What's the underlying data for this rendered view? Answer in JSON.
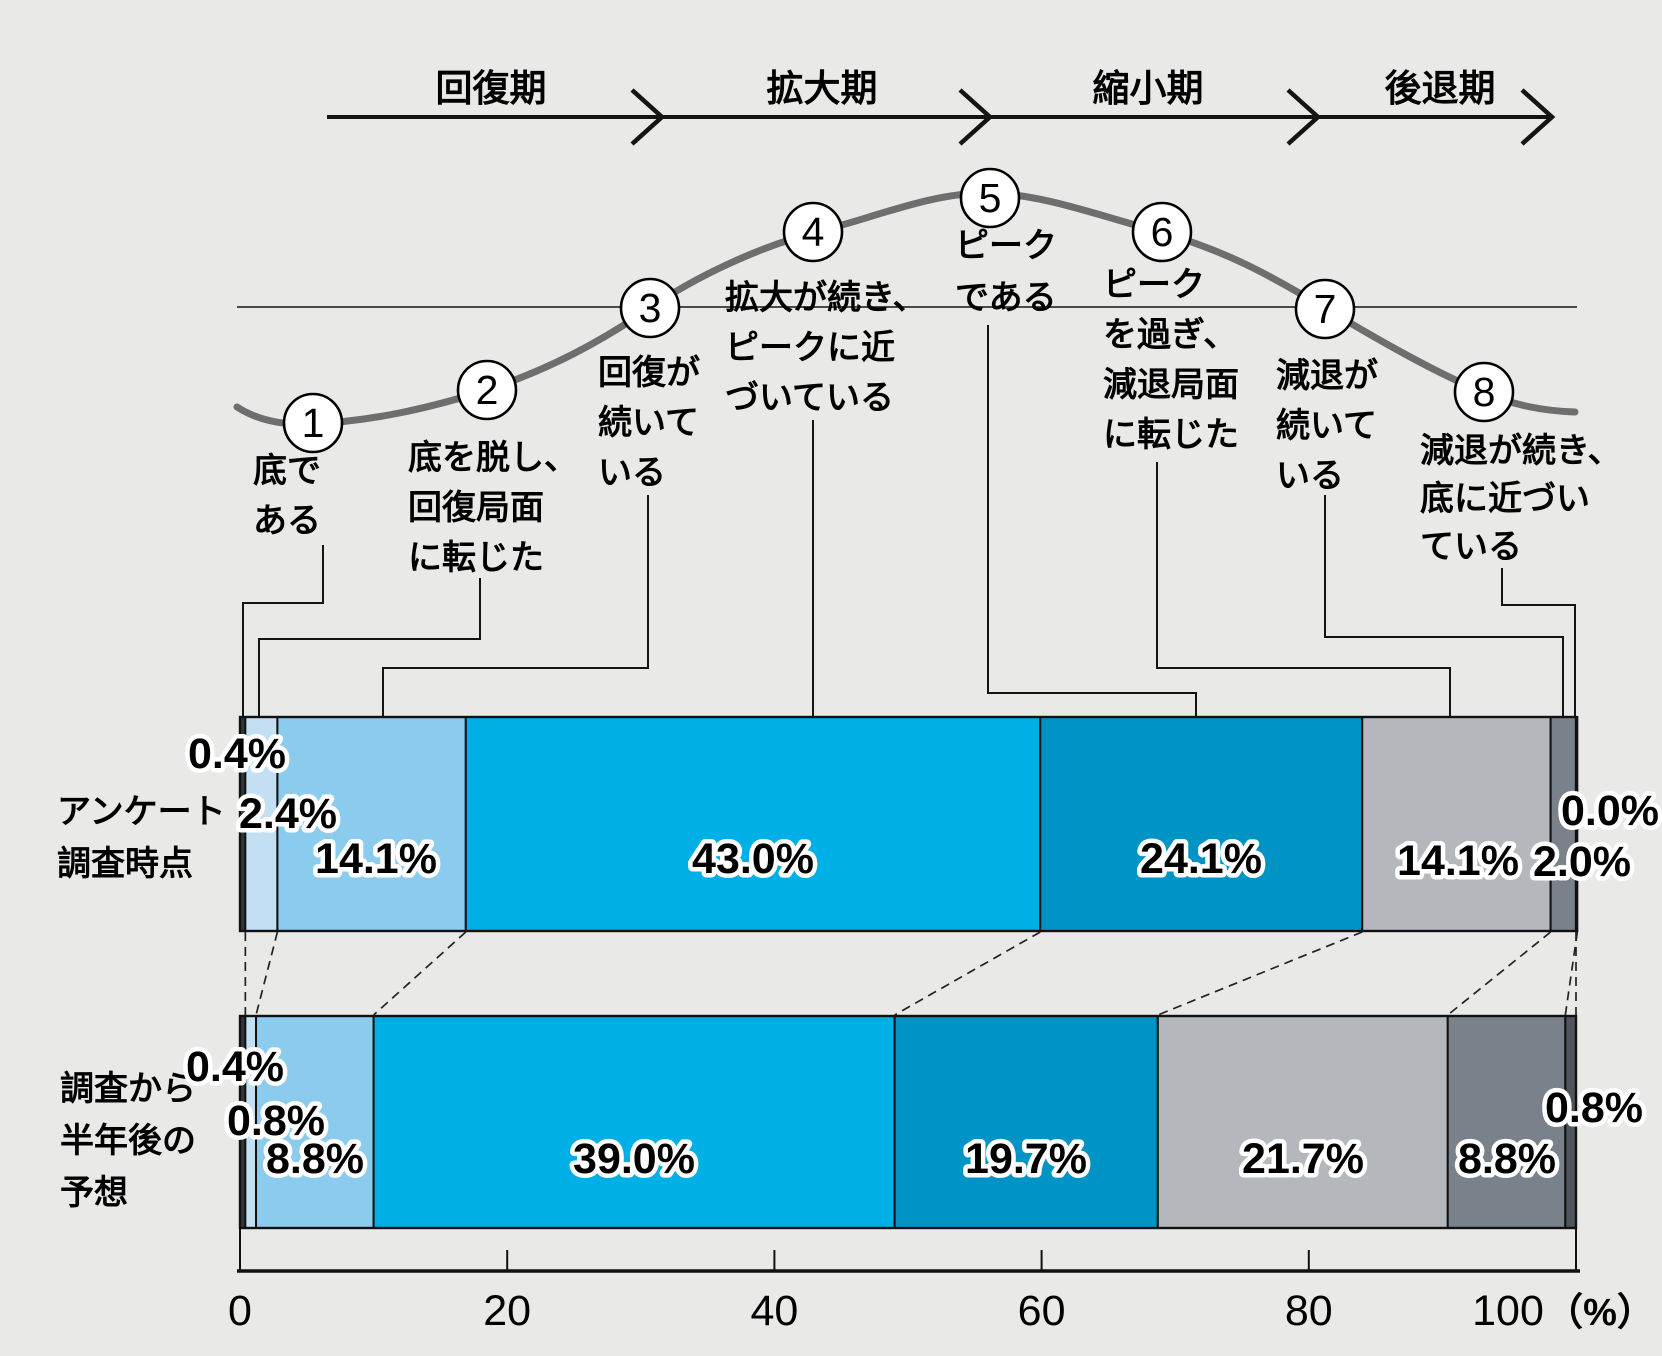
{
  "chart_data": {
    "type": "stacked-bar-horizontal",
    "phases": [
      "回復期",
      "拡大期",
      "縮小期",
      "後退期"
    ],
    "stages": [
      {
        "num": "1",
        "label": "底である",
        "label_lines": [
          "底で",
          "ある"
        ]
      },
      {
        "num": "2",
        "label": "底を脱し、回復局面に転じた",
        "label_lines": [
          "底を脱し、",
          "回復局面",
          "に転じた"
        ]
      },
      {
        "num": "3",
        "label": "回復が続いている",
        "label_lines": [
          "回復が",
          "続いて",
          "いる"
        ]
      },
      {
        "num": "4",
        "label": "拡大が続き、ピークに近づいている",
        "label_lines": [
          "拡大が続き、",
          "ピークに近",
          "づいている"
        ]
      },
      {
        "num": "5",
        "label": "ピークである",
        "label_lines": [
          "ピーク",
          "である"
        ]
      },
      {
        "num": "6",
        "label": "ピークを過ぎ、減退局面に転じた",
        "label_lines": [
          "ピーク",
          "を過ぎ、",
          "減退局面",
          "に転じた"
        ]
      },
      {
        "num": "7",
        "label": "減退が続いている",
        "label_lines": [
          "減退が",
          "続いて",
          "いる"
        ]
      },
      {
        "num": "8",
        "label": "減退が続き、底に近づいている",
        "label_lines": [
          "減退が続き、",
          "底に近づい",
          "ている"
        ]
      }
    ],
    "series": [
      {
        "name": "アンケート調査時点",
        "name_lines": [
          "アンケート",
          "調査時点"
        ],
        "values": [
          0.4,
          2.4,
          14.1,
          43.0,
          24.1,
          14.1,
          2.0,
          0.0
        ]
      },
      {
        "name": "調査から半年後の予想",
        "name_lines": [
          "調査から",
          "半年後の",
          "予想"
        ],
        "values": [
          0.4,
          0.8,
          8.8,
          39.0,
          19.7,
          21.7,
          8.8,
          0.8
        ]
      }
    ],
    "x_ticks": [
      "0",
      "20",
      "40",
      "60",
      "80",
      "100"
    ],
    "x_unit": "（%）",
    "xlim": [
      0,
      100
    ],
    "grid": false,
    "legend": "none"
  },
  "colors": {
    "background": "#e9e9e7",
    "segments": [
      "#32373c",
      "#c2dff4",
      "#8bccee",
      "#00afe6",
      "#0094c6",
      "#b4b8bd",
      "#79828a",
      "#4e555b"
    ],
    "curve": "#6e6e6e",
    "line": "#141414",
    "label_text": "#000000",
    "label_halo": "#ffffff"
  }
}
